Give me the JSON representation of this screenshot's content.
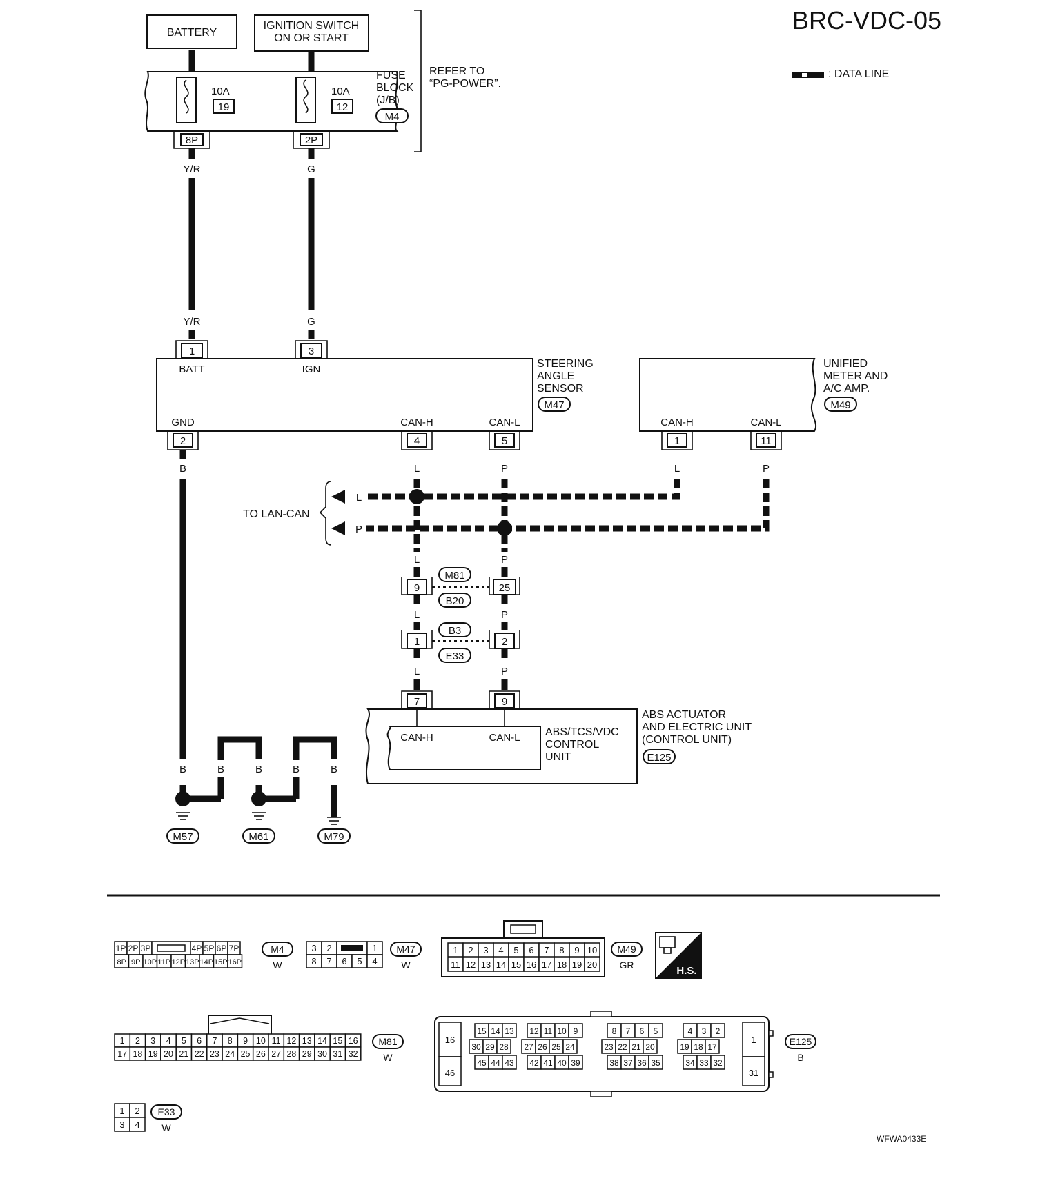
{
  "page": {
    "code": "BRC-VDC-05",
    "legend": ": DATA LINE",
    "figure_id": "WFWA0433E"
  },
  "power": {
    "battery": "BATTERY",
    "ign_line1": "IGNITION SWITCH",
    "ign_line2": "ON OR START",
    "fuse1_amp": "10A",
    "fuse1_no": "19",
    "fuse2_amp": "10A",
    "fuse2_no": "12",
    "fb_line1": "FUSE",
    "fb_line2": "BLOCK",
    "fb_line3": "(J/B)",
    "fb_conn": "M4",
    "pin_8p": "8P",
    "pin_2p": "2P",
    "refer_line1": "REFER TO",
    "refer_line2": "“PG-POWER”."
  },
  "wires": {
    "yr": "Y/R",
    "g": "G",
    "b": "B",
    "l": "L",
    "p": "P"
  },
  "sas": {
    "name1": "STEERING",
    "name2": "ANGLE",
    "name3": "SENSOR",
    "conn": "M47",
    "pin1": "1",
    "pin3": "3",
    "batt": "BATT",
    "ign": "IGN",
    "gnd": "GND",
    "canh": "CAN-H",
    "canl": "CAN-L",
    "pin2": "2",
    "pin4": "4",
    "pin5": "5"
  },
  "meter": {
    "name1": "UNIFIED",
    "name2": "METER AND",
    "name3": "A/C AMP.",
    "conn": "M49",
    "canh": "CAN-H",
    "canl": "CAN-L",
    "pin1": "1",
    "pin11": "11"
  },
  "lan": {
    "label": "TO LAN-CAN",
    "l": "L",
    "p": "P"
  },
  "joints": {
    "m81": "M81",
    "b20": "B20",
    "pin9": "9",
    "pin25": "25",
    "b3": "B3",
    "e33": "E33",
    "pin1": "1",
    "pin2": "2"
  },
  "abs": {
    "pin7": "7",
    "pin9": "9",
    "canh": "CAN-H",
    "canl": "CAN-L",
    "ctrl1": "ABS/TCS/VDC",
    "ctrl2": "CONTROL",
    "ctrl3": "UNIT",
    "name1": "ABS ACTUATOR",
    "name2": "AND ELECTRIC UNIT",
    "name3": "(CONTROL UNIT)",
    "conn": "E125"
  },
  "grounds": [
    "M57",
    "M61",
    "M79"
  ],
  "connectors": {
    "m4": {
      "id": "M4",
      "color": "W",
      "top": [
        "1P",
        "2P",
        "3P",
        "",
        "4P",
        "5P",
        "6P",
        "7P"
      ],
      "bottom": [
        "8P",
        "9P",
        "10P",
        "11P",
        "12P",
        "13P",
        "14P",
        "15P",
        "16P"
      ]
    },
    "m47": {
      "id": "M47",
      "color": "W",
      "top": [
        "3",
        "2",
        "",
        "1"
      ],
      "bottom": [
        "8",
        "7",
        "6",
        "5",
        "4"
      ]
    },
    "m49": {
      "id": "M49",
      "color": "GR",
      "top": [
        "1",
        "2",
        "3",
        "4",
        "5",
        "6",
        "7",
        "8",
        "9",
        "10"
      ],
      "bottom": [
        "11",
        "12",
        "13",
        "14",
        "15",
        "16",
        "17",
        "18",
        "19",
        "20"
      ]
    },
    "m81": {
      "id": "M81",
      "color": "W",
      "top": [
        "1",
        "2",
        "3",
        "4",
        "5",
        "6",
        "7",
        "8",
        "9",
        "10",
        "11",
        "12",
        "13",
        "14",
        "15",
        "16"
      ],
      "bottom": [
        "17",
        "18",
        "19",
        "20",
        "21",
        "22",
        "23",
        "24",
        "25",
        "26",
        "27",
        "28",
        "29",
        "30",
        "31",
        "32"
      ]
    },
    "e125": {
      "id": "E125",
      "color": "B",
      "row1": [
        "15",
        "14",
        "13",
        "12",
        "11",
        "10",
        "9",
        "8",
        "7",
        "6",
        "5",
        "4",
        "3",
        "2"
      ],
      "row2": [
        "30",
        "29",
        "28",
        "27",
        "26",
        "25",
        "24",
        "23",
        "22",
        "21",
        "20",
        "19",
        "18",
        "17"
      ],
      "row3": [
        "45",
        "44",
        "43",
        "42",
        "41",
        "40",
        "39",
        "38",
        "37",
        "36",
        "35",
        "34",
        "33",
        "32"
      ],
      "left": [
        "16",
        "46"
      ],
      "right": [
        "1",
        "31"
      ]
    },
    "e33": {
      "id": "E33",
      "color": "W",
      "top": [
        "1",
        "2"
      ],
      "bottom": [
        "3",
        "4"
      ]
    },
    "hs": "H.S."
  }
}
